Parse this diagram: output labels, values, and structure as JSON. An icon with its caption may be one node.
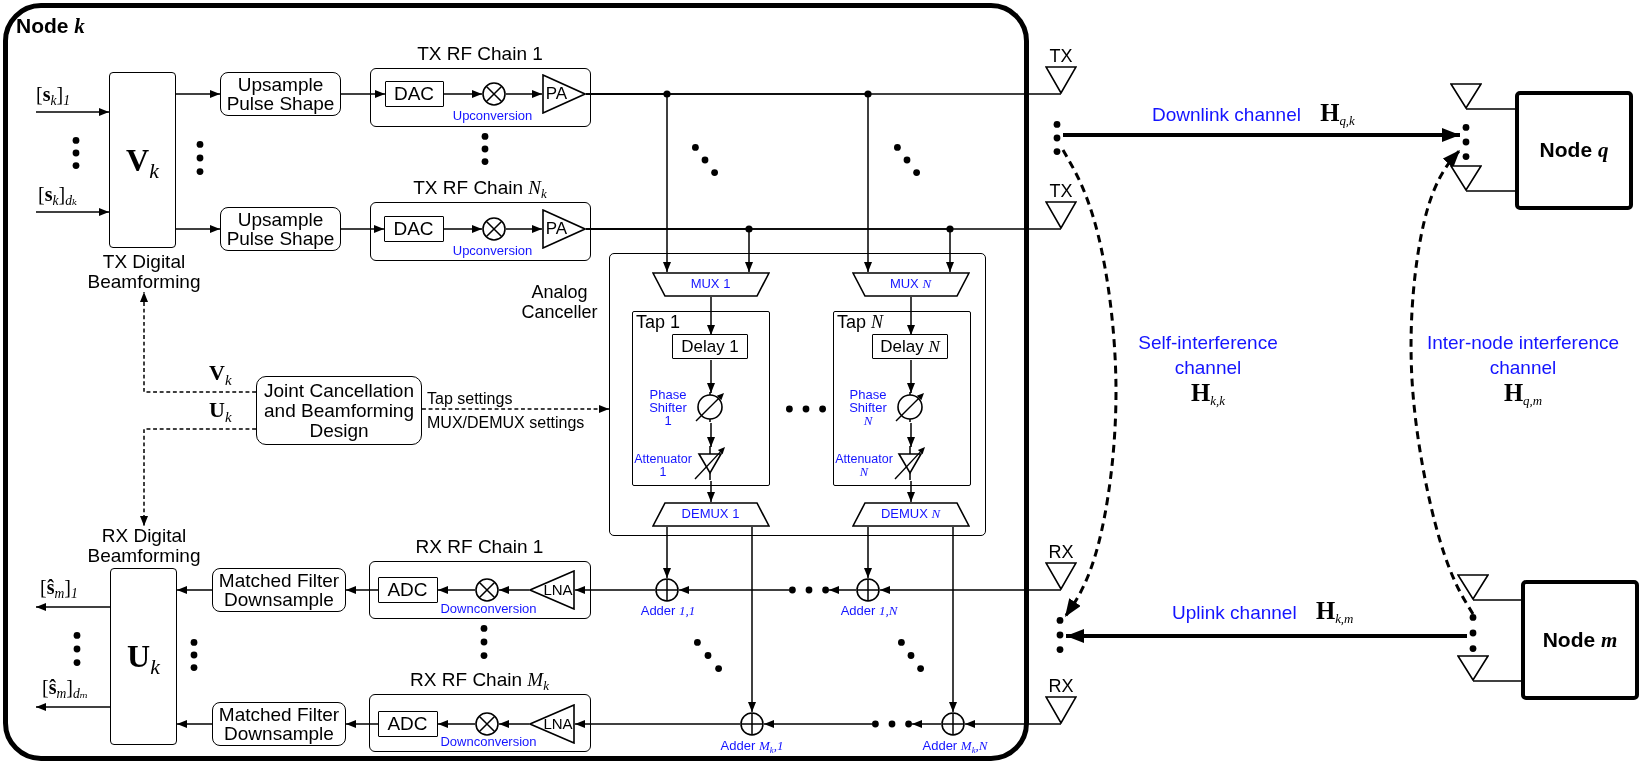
{
  "diagram": {
    "nodes": [
      {
        "text": [
          "Node *k*"
        ]
      },
      {
        "text": [
          "**V**$_{k}$"
        ],
        "in": 0
      },
      {
        "text": [
          "TX Digital Beamforming"
        ],
        "in": 0
      },
      {
        "text": [
          "Upsample Pulse Shape"
        ],
        "in": 0
      },
      {
        "text": [
          "TX RF Chain 1"
        ],
        "in": 0
      },
      {
        "text": [
          "DAC"
        ],
        "in": 4
      },
      {
        "text": [],
        "shape": "circle",
        "in": 4,
        "beside": [
          "Upconversion"
        ]
      },
      {
        "text": [
          "PA"
        ],
        "in": 4
      },
      {
        "text": [
          "Upsample Pulse Shape"
        ],
        "in": 0
      },
      {
        "text": [
          "TX RF Chain *N*$_{k}$"
        ],
        "in": 0
      },
      {
        "text": [
          "DAC"
        ],
        "in": 9
      },
      {
        "text": [],
        "shape": "circle",
        "in": 9,
        "beside": [
          "Upconversion"
        ]
      },
      {
        "text": [
          "PA"
        ],
        "in": 9
      },
      {
        "text": [
          "TX"
        ]
      },
      {
        "text": [
          "TX"
        ]
      },
      {
        "text": [],
        "shape": "dots"
      },
      {
        "text": [
          "Analog Canceller"
        ],
        "in": 0
      },
      {
        "text": [
          "MUX 1"
        ],
        "in": 16
      },
      {
        "text": [
          "MUX *N*"
        ],
        "in": 16
      },
      {
        "text": [
          "Tap 1"
        ],
        "in": 16
      },
      {
        "text": [
          "Delay 1"
        ],
        "in": 19
      },
      {
        "text": [],
        "shape": "circle",
        "in": 19,
        "beside": [
          "Phase Shifter 1"
        ]
      },
      {
        "text": [],
        "shape": "triangle",
        "in": 19,
        "beside": [
          "Attenuator 1"
        ]
      },
      {
        "text": [
          "Tap *N*"
        ],
        "in": 16
      },
      {
        "text": [
          "Delay *N*"
        ],
        "in": 23
      },
      {
        "text": [],
        "shape": "circle",
        "in": 23,
        "beside": [
          "Phase Shifter *N*"
        ]
      },
      {
        "text": [],
        "shape": "triangle",
        "in": 23,
        "beside": [
          "Attenuator *N*"
        ]
      },
      {
        "text": [
          "DEMUX 1"
        ],
        "in": 16
      },
      {
        "text": [
          "DEMUX *N*"
        ],
        "in": 16
      },
      {
        "text": [
          "Joint Cancellation and Beamforming Design"
        ],
        "in": 0
      },
      {
        "text": [
          "RX Digital Beamforming"
        ],
        "in": 0
      },
      {
        "text": [
          "**U**$_{k}$"
        ],
        "in": 0
      },
      {
        "text": [
          "Matched Filter Downsample"
        ],
        "in": 0
      },
      {
        "text": [
          "RX RF Chain 1"
        ],
        "in": 0
      },
      {
        "text": [
          "ADC"
        ],
        "in": 33
      },
      {
        "text": [],
        "shape": "circle",
        "in": 33,
        "beside": [
          "Downconversion"
        ]
      },
      {
        "text": [
          "LNA"
        ],
        "in": 33
      },
      {
        "text": [],
        "shape": "circle",
        "in": 0,
        "beside": [
          "Adder *1,1*"
        ]
      },
      {
        "text": [],
        "shape": "dots",
        "in": 0
      },
      {
        "text": [],
        "shape": "circle",
        "in": 0,
        "beside": [
          "Adder *1,N*"
        ]
      },
      {
        "text": [
          "RX"
        ]
      },
      {
        "text": [
          "Matched Filter Downsample"
        ],
        "in": 0
      },
      {
        "text": [
          "RX RF Chain *M*$_{k}$"
        ],
        "in": 0
      },
      {
        "text": [
          "ADC"
        ],
        "in": 42
      },
      {
        "text": [],
        "shape": "circle",
        "in": 42,
        "beside": [
          "Downconversion"
        ]
      },
      {
        "text": [
          "LNA"
        ],
        "in": 42
      },
      {
        "text": [],
        "shape": "circle",
        "in": 0,
        "beside": [
          "Adder *M*$_{k}$*,1*"
        ]
      },
      {
        "text": [],
        "shape": "dots",
        "in": 0
      },
      {
        "text": [],
        "shape": "circle",
        "in": 0,
        "beside": [
          "Adder *M*$_{k}$*,N*"
        ]
      },
      {
        "text": [
          "RX"
        ]
      },
      {
        "text": [],
        "shape": "dots"
      },
      {
        "text": [
          "Node *q*"
        ]
      },
      {
        "text": [],
        "shape": "triangle"
      },
      {
        "text": [],
        "shape": "dots"
      },
      {
        "text": [],
        "shape": "triangle"
      },
      {
        "text": [
          "Node *m*"
        ]
      },
      {
        "text": [],
        "shape": "triangle"
      },
      {
        "text": [],
        "shape": "dots"
      },
      {
        "text": [],
        "shape": "triangle"
      }
    ],
    "edges": [
      {
        "from": null,
        "to": 1,
        "arrow": "to",
        "label": "[**s**$_{k}$]$_{1}$"
      },
      {
        "from": null,
        "to": 1,
        "arrow": "to",
        "label": "[**s**$_{k}$]$_{dₖ}$"
      },
      {
        "from": 1,
        "to": 3,
        "arrow": "to"
      },
      {
        "from": 1,
        "to": 8,
        "arrow": "to"
      },
      {
        "from": 3,
        "to": 5,
        "arrow": "to"
      },
      {
        "from": 5,
        "to": 6,
        "arrow": "to"
      },
      {
        "from": 6,
        "to": 7,
        "arrow": "to"
      },
      {
        "from": 8,
        "to": 10,
        "arrow": "to"
      },
      {
        "from": 10,
        "to": 11,
        "arrow": "to"
      },
      {
        "from": 11,
        "to": 12,
        "arrow": "to"
      },
      {
        "from": 7,
        "to": 13,
        "arrow": "none"
      },
      {
        "from": 7,
        "to": 17,
        "arrow": "to"
      },
      {
        "from": 7,
        "to": 18,
        "arrow": "to"
      },
      {
        "from": 12,
        "to": 14,
        "arrow": "none"
      },
      {
        "from": 12,
        "to": 17,
        "arrow": "to"
      },
      {
        "from": 12,
        "to": 18,
        "arrow": "to"
      },
      {
        "from": 17,
        "to": 20,
        "arrow": "to"
      },
      {
        "from": 20,
        "to": 21,
        "arrow": "to"
      },
      {
        "from": 21,
        "to": 22,
        "arrow": "to"
      },
      {
        "from": 22,
        "to": 27,
        "arrow": "to"
      },
      {
        "from": 18,
        "to": 24,
        "arrow": "to"
      },
      {
        "from": 24,
        "to": 25,
        "arrow": "to"
      },
      {
        "from": 25,
        "to": 26,
        "arrow": "to"
      },
      {
        "from": 26,
        "to": 28,
        "arrow": "to"
      },
      {
        "from": 29,
        "to": 2,
        "arrow": "to",
        "style": "dashed",
        "label": "**V**$_{k}$"
      },
      {
        "from": 29,
        "to": 30,
        "arrow": "to",
        "style": "dashed",
        "label": "**U**$_{k}$"
      },
      {
        "from": 29,
        "to": 16,
        "arrow": "to",
        "style": "dashed",
        "label": "Tap settings"
      },
      {
        "from": 27,
        "to": 37,
        "arrow": "to"
      },
      {
        "from": 27,
        "to": 46,
        "arrow": "to"
      },
      {
        "from": 28,
        "to": 39,
        "arrow": "to"
      },
      {
        "from": 28,
        "to": 48,
        "arrow": "to"
      },
      {
        "from": 40,
        "to": 39,
        "arrow": "to"
      },
      {
        "from": 39,
        "to": 38,
        "arrow": "to"
      },
      {
        "from": 38,
        "to": 37,
        "arrow": "to"
      },
      {
        "from": 37,
        "to": 36,
        "arrow": "to"
      },
      {
        "from": 36,
        "to": 35,
        "arrow": "to"
      },
      {
        "from": 35,
        "to": 34,
        "arrow": "to"
      },
      {
        "from": 34,
        "to": 32,
        "arrow": "to"
      },
      {
        "from": 32,
        "to": 31,
        "arrow": "to"
      },
      {
        "from": 31,
        "to": null,
        "arrow": "to",
        "label": "[**ŝ**$_{m}$]$_{1}$"
      },
      {
        "from": 49,
        "to": 48,
        "arrow": "to"
      },
      {
        "from": 48,
        "to": 47,
        "arrow": "to"
      },
      {
        "from": 47,
        "to": 46,
        "arrow": "to"
      },
      {
        "from": 46,
        "to": 45,
        "arrow": "to"
      },
      {
        "from": 45,
        "to": 44,
        "arrow": "to"
      },
      {
        "from": 44,
        "to": 43,
        "arrow": "to"
      },
      {
        "from": 43,
        "to": 41,
        "arrow": "to"
      },
      {
        "from": 41,
        "to": 31,
        "arrow": "to"
      },
      {
        "from": 31,
        "to": null,
        "arrow": "to",
        "label": "[**ŝ**$_{m}$]$_{dₘ}$"
      },
      {
        "from": 15,
        "to": 53,
        "arrow": "to",
        "style": "thick",
        "label": "Downlink channel **H**$_{q,k}$"
      },
      {
        "from": 15,
        "to": 50,
        "arrow": "to",
        "style": "dashed",
        "label": "Self-interference channel **H**$_{k,k}$"
      },
      {
        "from": 57,
        "to": 50,
        "arrow": "to",
        "style": "thick",
        "label": "Uplink channel **H**$_{k,m}$"
      },
      {
        "from": 57,
        "to": 53,
        "arrow": "to",
        "style": "dashed",
        "label": "Inter-node interference channel **H**$_{q,m}$"
      },
      {
        "from": 52,
        "to": 51,
        "arrow": "none"
      },
      {
        "from": 54,
        "to": 51,
        "arrow": "none"
      },
      {
        "from": 56,
        "to": 55,
        "arrow": "none"
      },
      {
        "from": 58,
        "to": 55,
        "arrow": "none"
      }
    ],
    "labels": [
      "MUX/DEMUX settings"
    ]
  }
}
